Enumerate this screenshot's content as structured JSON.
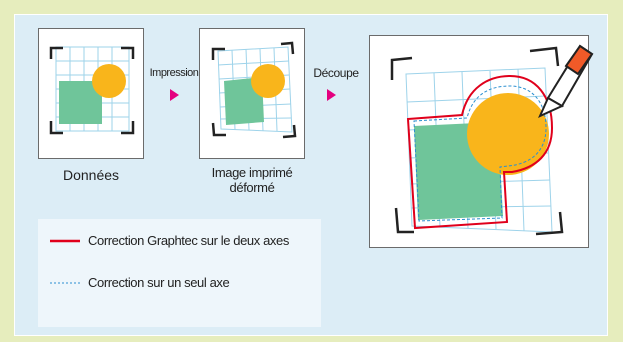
{
  "steps": {
    "data_label": "Données",
    "printed_label_line1": "Image imprimé",
    "printed_label_line2": "déformé",
    "print_arrow_label": "Impression",
    "cut_arrow_label": "Découpe"
  },
  "legend": {
    "item1": {
      "label": "Correction Graphtec sur le deux axes",
      "color": "#e0001b"
    },
    "item2": {
      "label": "Correction sur un seul axe",
      "color": "#2b8fd0"
    }
  },
  "colors": {
    "background": "#e6edbd",
    "panel": "#dcedf6",
    "grid": "#9ed3ea",
    "circle": "#f9b51b",
    "square": "#6fc59a",
    "arrow": "#e4007f"
  }
}
